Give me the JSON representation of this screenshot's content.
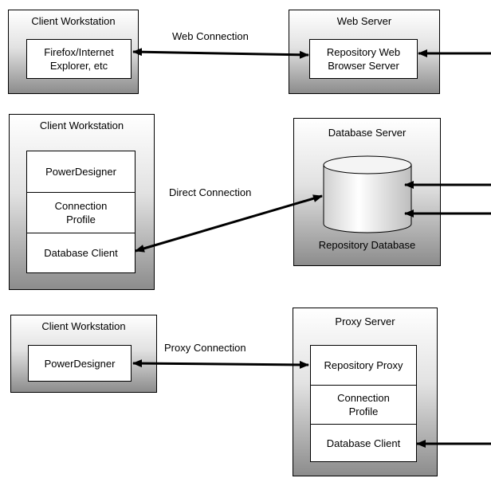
{
  "web": {
    "client_title": "Client Workstation",
    "browser_line1": "Firefox/Internet",
    "browser_line2": "Explorer, etc",
    "connection_label": "Web Connection",
    "server_title": "Web Server",
    "server_comp_line1": "Repository Web",
    "server_comp_line2": "Browser Server"
  },
  "direct": {
    "client_title": "Client Workstation",
    "powerdesigner": "PowerDesigner",
    "profile_line1": "Connection",
    "profile_line2": "Profile",
    "db_client": "Database Client",
    "connection_label": "Direct Connection",
    "server_title": "Database Server",
    "db_label": "Repository Database"
  },
  "proxy": {
    "client_title": "Client Workstation",
    "powerdesigner": "PowerDesigner",
    "connection_label": "Proxy Connection",
    "server_title": "Proxy Server",
    "repo_proxy": "Repository Proxy",
    "profile_line1": "Connection",
    "profile_line2": "Profile",
    "db_client": "Database Client"
  }
}
